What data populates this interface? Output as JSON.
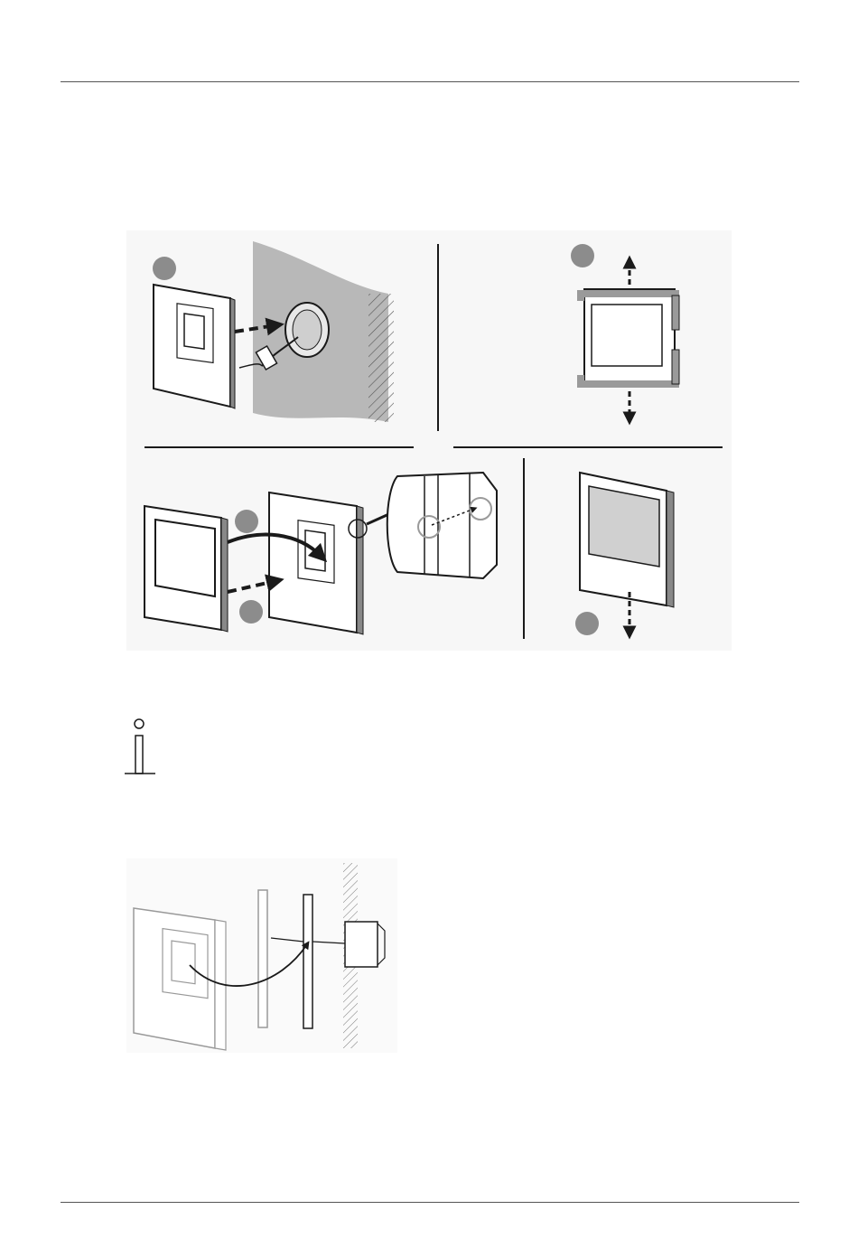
{
  "page": {
    "figures": [
      {
        "id": "installation-steps",
        "panels": 4
      },
      {
        "id": "flush-mount-wiring",
        "panels": 1
      }
    ],
    "note_icon": "info-icon"
  },
  "colors": {
    "line": "#1a1a1a",
    "wall": "#b8b8b8",
    "step_circle": "#8c8c8c",
    "frame_gray": "#9a9a9a",
    "screen_gray": "#d0d0d0"
  }
}
